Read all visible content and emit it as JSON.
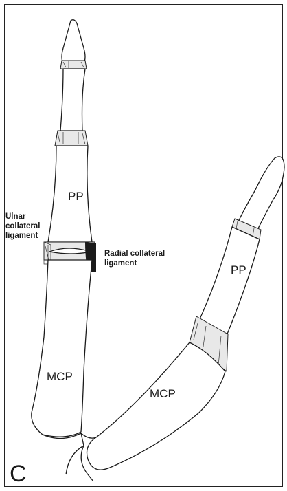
{
  "labels": {
    "left_pp": "PP",
    "left_mcp": "MCP",
    "right_pp": "PP",
    "right_mcp": "MCP",
    "ulnar": [
      "Ulnar",
      "collateral",
      "ligament"
    ],
    "radial": [
      "Radial collateral",
      "ligament"
    ],
    "panel": "C"
  },
  "colors": {
    "line": "#1a1a1a",
    "ligament_fill": "#1a1a1a",
    "joint_fill": "#e8e8e8",
    "background": "#ffffff"
  }
}
